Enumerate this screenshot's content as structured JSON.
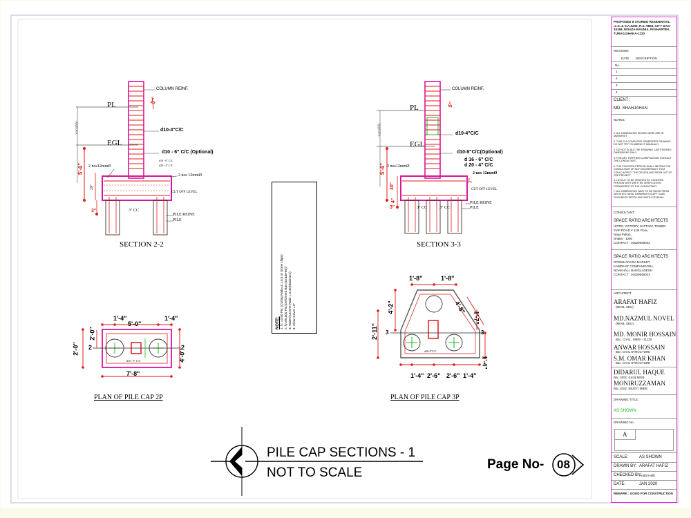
{
  "title_block": {
    "project": "PROPOSED 8 STORIED RESIDENTIAL ,C.S. & S.A.2230, R.S.-9863, CITY DAG-34168, MOUZA-BAUNIA, PASHARTEK, TURAG,DHAKA-1230",
    "revision_label": "REVISION",
    "date_label": "DATE",
    "description_label": "DESCRIPTION",
    "no_label": "No.",
    "rows": [
      "1",
      "2",
      "3",
      "4"
    ],
    "client_label": "CLIENT :",
    "client": "MD. SHAHJAHAN",
    "notes_label": "NOTES:",
    "notes": [
      "1. ALL DIMENSIONS SHOWN HERE ARE IN MM/INFEET.",
      "2. THIS IS A COMPUTER GENERATED DRAWING. DO NOT TRY TO AMEND IT MANUALLY.",
      "3. DO NOT SCALE THE DRAWING. USE FIGURED DIMENSIONS ONLY.",
      "4. FOR ANY FURTHER CLARIFICATION CONTACT THE CONSULTANT.",
      "5. THE CONCERN PERSON SHALL INFORM THE CONSULTANT OF ANY DISCREPANCY THAT COULD AFFECT THE DESIGN AND FROM OUT OF THE PROJECT.",
      "6. LAYOUT TO BE VERIFIED BY CONCERN PERSON WITH WRITTEN VERIFICATION FORWARDED TO THE CONSULTANT.",
      "7. ALL DIMENSIONS HAVE TO BE TAKEN FROM ARCHITECTURAL DRAWING EXCEPT SLAB THICKNESS DEPTH AND WIDTH OF BEAM."
    ],
    "consultant_label": "CONSULTANT:",
    "consultant1_name": "SPACE RATIO ARCHITECTS",
    "consultant1_addr": [
      "HOTEL VICTORY, SATTARA TOWER",
      "#VIP ROAD # 11th Floor,",
      "Naya Paltan,",
      "Dhaka - 1000",
      "CONTACT : 01629546023"
    ],
    "consultant2_name": "SPACE RATIO ARCHITECTS",
    "consultant2_addr": [
      "ROWSHANARA MARKET,",
      "KABIRHAT COMPANIGONJ,",
      "NOAKHALI, BANGLADESH",
      "CONTACT : 01629546023"
    ],
    "architect_label": "ARCHITECT",
    "people": [
      {
        "name": "ARAFAT HAFIZ",
        "deg": "(MIAB, SEU)"
      },
      {
        "name": "MD.NAZMUL NOVEL",
        "deg": "(MIAB, SEU)"
      },
      {
        "name": "MD. MONIR HOSSAIN",
        "deg": "Bsc. CIVIL., MIEB - 31130"
      },
      {
        "name": "ANWAR HOSSAIN",
        "deg": "Bsc. CIVIL STRUCTURE"
      },
      {
        "name": "S.M. OMAR KHAN",
        "deg": "Bsc. CIVIL STRUCTURE"
      },
      {
        "name": "DIDARUL HAQUE",
        "deg": "Bsc. EEE, (UIU) MIEB"
      },
      {
        "name": "MONIRUZZAMAN",
        "deg": "Bsc. EEE, (BUET) MIEB"
      }
    ],
    "drawing_title_label": "DRAWING TITLE:",
    "drawing_title": "AS SHOWN",
    "drawing_no_label": "DRAWING No.",
    "drawing_no": "A",
    "scale_label": "SCALE:",
    "scale": "AS SHOWN",
    "drawn_label": "DRAWN BY:",
    "drawn": "ARAFAT HAFIZ",
    "checked_label": "CHECKED BY:",
    "checked": "Arafat Hafiz",
    "date2_label": "DATE:",
    "date2": "JAN 2020",
    "remark": "REMARK : GOOD FOR CONSTRUCTION"
  },
  "section22": {
    "title": "SECTION  2-2",
    "pl": "PL",
    "egl": "EGL",
    "variable": "variable",
    "col_reinf": "COLUMN REINF.",
    "d10_4": "d10-4\"C/C",
    "d10_6": "d10 - 6\" C/C (Optional)",
    "d16_6": "d16 - 6\" C/C",
    "d20_4": "d20 - 4\" C/C",
    "bars_left": "2 nos12mmØ",
    "bars_right": "2 nos 12mmØ",
    "cutoff": "CUT OFF LEVEL",
    "pile_reinf": "PILE REINF.",
    "pile": "PILE",
    "cc": "3\" CC",
    "dim_56": "5'-6\"",
    "dim_28": "28\"",
    "dim_3": "3\"",
    "dim_5": "5\""
  },
  "section33": {
    "title": "SECTION  3-3",
    "pl": "PL",
    "egl": "EGL",
    "variable": "variable",
    "col_reinf": "COLUMN REINF.",
    "d10_4": "d10-4\"C/C",
    "d10_8": "d10-8\"C/C(Optional)",
    "d16_6": "d 16 - 6\" C/C",
    "d20_4": "d 20 - 4\" C/C",
    "bars_left": "2 nos12mmØ",
    "bars_right": "2 nos 12mmØ",
    "cutoff": "CUT OFF LEVEL",
    "pile_reinf": "PILE REINF.",
    "pile": "PILE",
    "cc1": "3\" CC",
    "cc2": "3\" CC",
    "dim_56": "5'-6\"",
    "dim_30": "30\"",
    "dim_4": "4\"",
    "dim_3": "3\"",
    "dim_5": "5\"",
    "dim_7": "7\""
  },
  "plan2p": {
    "title": "PLAN OF PILE CAP 2P",
    "d14a": "1'-4\"",
    "d50": "5'-0\"",
    "d14b": "1'-4\"",
    "d20a": "2'-0\"",
    "d20b": "2'-0\"",
    "d40": "4'-0\"",
    "d78": "7'-8\"",
    "mark": "2",
    "bars": "d16 - 6\" C/C"
  },
  "plan3p": {
    "title": "PLAN OF PILE CAP 3P",
    "d18a": "1'-8\"",
    "d18b": "1'-8\"",
    "d42": "4'-2\"",
    "d211": "2'-11\"",
    "d48": "4'-8\"",
    "d17": "1'-7\"",
    "d14c": "1'-4\"",
    "d14a": "1'-4\"",
    "d26a": "2'-6\"",
    "d26b": "2'-6\"",
    "d14b": "1'-4\"",
    "mark": "3",
    "bars": "d20-4\"C/C"
  },
  "note": {
    "heading": "NOTE:",
    "lines": [
      "1. f'c =3.50 Psi. (Curing Ratio=1:1.5:3 or Stone chips)",
      "2. fy=60,000 Psi.(Deformed Bar=(Grade-60))",
      "3. Water/Cement Ratio = 0.45(Maximum)",
      "4. Clear Cover =3\""
    ]
  },
  "title_main": "PILE CAP SECTIONS - 1",
  "title_sub": "NOT TO SCALE",
  "page_label": "Page No-",
  "page_no": "08",
  "colors": {
    "red": "#e01818",
    "magenta": "#d8169c",
    "green": "#18b918",
    "border": "#e02ad8"
  }
}
